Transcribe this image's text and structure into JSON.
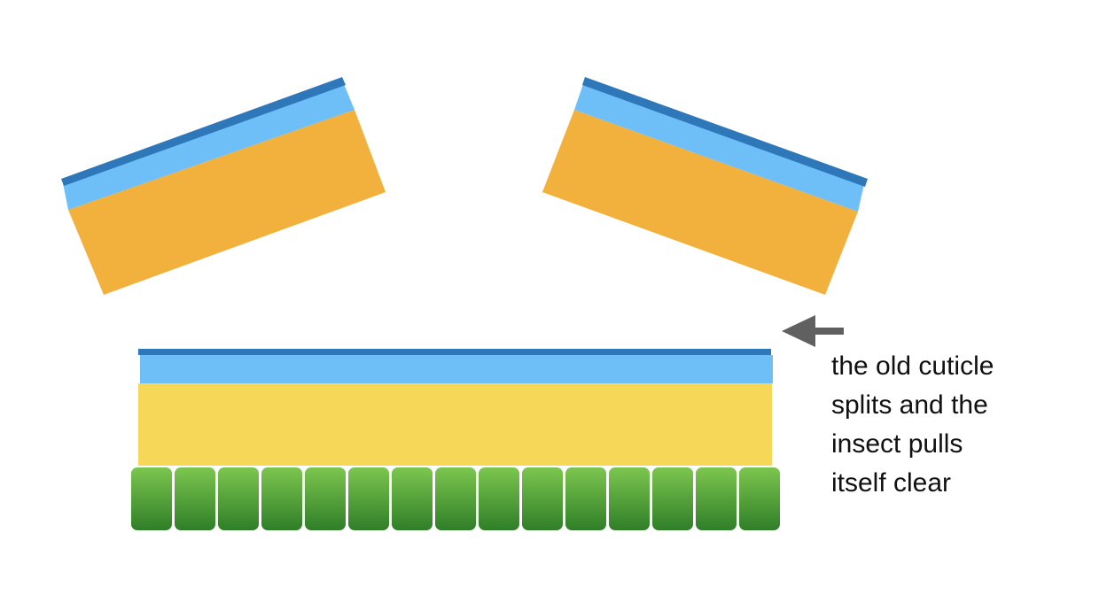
{
  "colors": {
    "cuticle_outer": "#2E77B8",
    "cuticle_light": "#6EBEF7",
    "old_layer": "#F2B03C",
    "new_layer": "#F7D758",
    "cell_top": "#7CC64F",
    "cell_bottom": "#2F7E28",
    "arrow": "#606060"
  },
  "cells": {
    "count": 15
  },
  "caption": {
    "lines": [
      "the old cuticle",
      "splits and the",
      "insect pulls",
      "itself clear"
    ]
  }
}
